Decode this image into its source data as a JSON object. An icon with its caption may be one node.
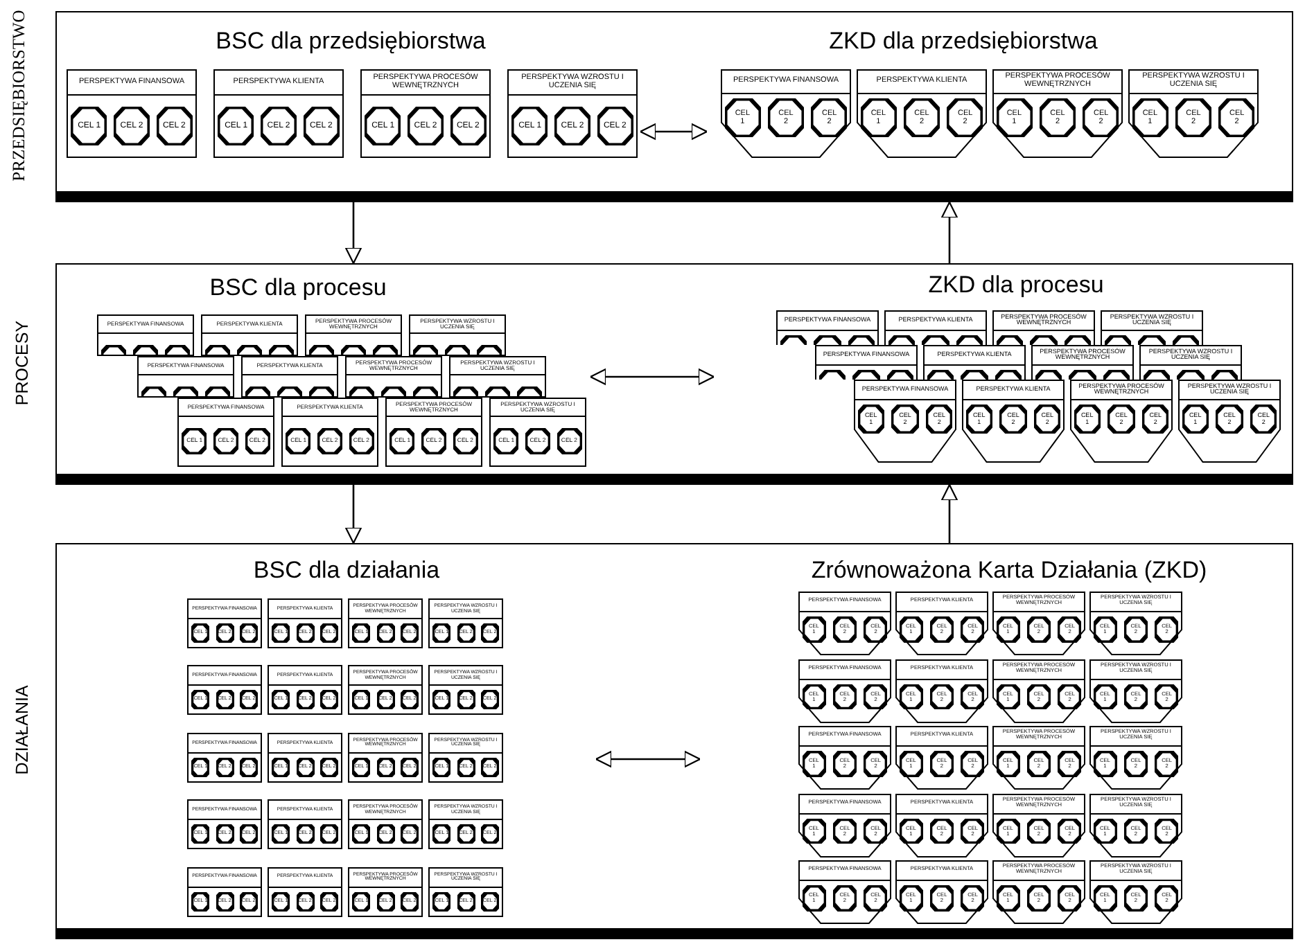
{
  "diagram": {
    "nodes": [
      {
        "text": [],
        "shape": "box",
        "beside": [
          "PRZEDSIĘBIORSTWO"
        ]
      },
      {
        "text": [],
        "shape": "box",
        "beside": [
          "PROCESY"
        ]
      },
      {
        "text": [],
        "shape": "box",
        "beside": [
          "DZIAŁANIA"
        ]
      },
      {
        "text": [
          "BSC dla przedsiębiorstwa"
        ],
        "in": 0
      },
      {
        "text": [
          "PERSPEKTYWA FINANSOWA",
          "CEL 1",
          "CEL 2",
          "CEL 2"
        ],
        "in": 3
      },
      {
        "text": [
          "PERSPEKTYWA KLIENTA",
          "CEL 1",
          "CEL 2",
          "CEL 2"
        ],
        "in": 3
      },
      {
        "text": [
          "PERSPEKTYWA PROCESÓW WEWNĘTRZNYCH",
          "CEL 1",
          "CEL 2",
          "CEL 2"
        ],
        "in": 3
      },
      {
        "text": [
          "PERSPEKTYWA WZROSTU I UCZENIA SIĘ",
          "CEL 1",
          "CEL 2",
          "CEL 2"
        ],
        "in": 3
      },
      {
        "text": [
          "ZKD dla przedsiębiorstwa"
        ],
        "in": 0
      },
      {
        "text": [
          "PERSPEKTYWA FINANSOWA",
          "CEL 1",
          "CEL 2",
          "CEL 2"
        ],
        "in": 8
      },
      {
        "text": [
          "PERSPEKTYWA KLIENTA",
          "CEL 1",
          "CEL 2",
          "CEL 2"
        ],
        "in": 8
      },
      {
        "text": [
          "PERSPEKTYWA PROCESÓW WEWNĘTRZNYCH",
          "CEL 1",
          "CEL 2",
          "CEL 2"
        ],
        "in": 8
      },
      {
        "text": [
          "PERSPEKTYWA WZROSTU I UCZENIA SIĘ",
          "CEL 1",
          "CEL 2",
          "CEL 2"
        ],
        "in": 8
      },
      {
        "text": [
          "BSC dla procesu"
        ],
        "in": 1
      },
      {
        "text": [
          "PERSPEKTYWA FINANSOWA"
        ],
        "in": 13
      },
      {
        "text": [
          "PERSPEKTYWA KLIENTA"
        ],
        "in": 13
      },
      {
        "text": [
          "PERSPEKTYWA PROCESÓW WEWNĘTRZNYCH"
        ],
        "in": 13
      },
      {
        "text": [
          "PERSPEKTYWA WZROSTU I UCZENIA SIĘ"
        ],
        "in": 13
      },
      {
        "text": [
          "PERSPEKTYWA FINANSOWA"
        ],
        "in": 13
      },
      {
        "text": [
          "PERSPEKTYWA KLIENTA"
        ],
        "in": 13
      },
      {
        "text": [
          "PERSPEKTYWA PROCESÓW WEWNĘTRZNYCH"
        ],
        "in": 13
      },
      {
        "text": [
          "PERSPEKTYWA WZROSTU I UCZENIA SIĘ"
        ],
        "in": 13
      },
      {
        "text": [
          "PERSPEKTYWA FINANSOWA",
          "CEL 1",
          "CEL 2",
          "CEL 2"
        ],
        "in": 13
      },
      {
        "text": [
          "PERSPEKTYWA KLIENTA",
          "CEL 1",
          "CEL 2",
          "CEL 2"
        ],
        "in": 13
      },
      {
        "text": [
          "PERSPEKTYWA PROCESÓW WEWNĘTRZNYCH",
          "CEL 1",
          "CEL 2",
          "CEL 2"
        ],
        "in": 13
      },
      {
        "text": [
          "PERSPEKTYWA WZROSTU I UCZENIA SIĘ",
          "CEL 1",
          "CEL 2",
          "CEL 2"
        ],
        "in": 13
      },
      {
        "text": [
          "ZKD dla procesu"
        ],
        "in": 1
      },
      {
        "text": [
          "PERSPEKTYWA FINANSOWA"
        ],
        "in": 26
      },
      {
        "text": [
          "PERSPEKTYWA KLIENTA"
        ],
        "in": 26
      },
      {
        "text": [
          "PERSPEKTYWA PROCESÓW WEWNĘTRZNYCH"
        ],
        "in": 26
      },
      {
        "text": [
          "PERSPEKTYWA WZROSTU I UCZENIA SIĘ"
        ],
        "in": 26
      },
      {
        "text": [
          "PERSPEKTYWA FINANSOWA"
        ],
        "in": 26
      },
      {
        "text": [
          "PERSPEKTYWA KLIENTA"
        ],
        "in": 26
      },
      {
        "text": [
          "PERSPEKTYWA PROCESÓW WEWNĘTRZNYCH"
        ],
        "in": 26
      },
      {
        "text": [
          "PERSPEKTYWA WZROSTU I UCZENIA SIĘ"
        ],
        "in": 26
      },
      {
        "text": [
          "PERSPEKTYWA FINANSOWA",
          "CEL 1",
          "CEL 2",
          "CEL 2"
        ],
        "in": 26
      },
      {
        "text": [
          "PERSPEKTYWA KLIENTA",
          "CEL 1",
          "CEL 2",
          "CEL 2"
        ],
        "in": 26
      },
      {
        "text": [
          "PERSPEKTYWA PROCESÓW WEWNĘTRZNYCH",
          "CEL 1",
          "CEL 2",
          "CEL 2"
        ],
        "in": 26
      },
      {
        "text": [
          "PERSPEKTYWA WZROSTU I UCZENIA SIĘ",
          "CEL 1",
          "CEL 2",
          "CEL 2"
        ],
        "in": 26
      },
      {
        "text": [
          "BSC dla działania"
        ],
        "in": 2
      },
      {
        "text": [
          "PERSPEKTYWA FINANSOWA",
          "CEL 1",
          "CEL 2",
          "CEL 2"
        ],
        "in": 39
      },
      {
        "text": [
          "PERSPEKTYWA KLIENTA",
          "CEL 1",
          "CEL 2",
          "CEL 2"
        ],
        "in": 39
      },
      {
        "text": [
          "PERSPEKTYWA PROCESÓW WEWNĘTRZNYCH",
          "CEL 1",
          "CEL 2",
          "CEL 2"
        ],
        "in": 39
      },
      {
        "text": [
          "PERSPEKTYWA WZROSTU I UCZENIA SIĘ",
          "CEL 1",
          "CEL 2",
          "CEL 2"
        ],
        "in": 39
      },
      {
        "text": [
          "PERSPEKTYWA FINANSOWA",
          "CEL 1",
          "CEL 2",
          "CEL 2"
        ],
        "in": 39
      },
      {
        "text": [
          "PERSPEKTYWA KLIENTA",
          "CEL 1",
          "CEL 2",
          "CEL 2"
        ],
        "in": 39
      },
      {
        "text": [
          "PERSPEKTYWA PROCESÓW WEWNĘTRZNYCH",
          "CEL 1",
          "CEL 2",
          "CEL 2"
        ],
        "in": 39
      },
      {
        "text": [
          "PERSPEKTYWA WZROSTU I UCZENIA SIĘ",
          "CEL 1",
          "CEL 2",
          "CEL 2"
        ],
        "in": 39
      },
      {
        "text": [
          "PERSPEKTYWA FINANSOWA",
          "CEL 1",
          "CEL 2",
          "CEL 2"
        ],
        "in": 39
      },
      {
        "text": [
          "PERSPEKTYWA KLIENTA",
          "CEL 1",
          "CEL 2",
          "CEL 2"
        ],
        "in": 39
      },
      {
        "text": [
          "PERSPEKTYWA PROCESÓW WEWNĘTRZNYCH",
          "CEL 1",
          "CEL 2",
          "CEL 2"
        ],
        "in": 39
      },
      {
        "text": [
          "PERSPEKTYWA WZROSTU I UCZENIA SIĘ",
          "CEL 1",
          "CEL 2",
          "CEL 2"
        ],
        "in": 39
      },
      {
        "text": [
          "PERSPEKTYWA FINANSOWA",
          "CEL 1",
          "CEL 2",
          "CEL 2"
        ],
        "in": 39
      },
      {
        "text": [
          "PERSPEKTYWA KLIENTA",
          "CEL 1",
          "CEL 2",
          "CEL 2"
        ],
        "in": 39
      },
      {
        "text": [
          "PERSPEKTYWA PROCESÓW WEWNĘTRZNYCH",
          "CEL 1",
          "CEL 2",
          "CEL 2"
        ],
        "in": 39
      },
      {
        "text": [
          "PERSPEKTYWA WZROSTU I UCZENIA SIĘ",
          "CEL 1",
          "CEL 2",
          "CEL 2"
        ],
        "in": 39
      },
      {
        "text": [
          "PERSPEKTYWA FINANSOWA",
          "CEL 1",
          "CEL 2",
          "CEL 2"
        ],
        "in": 39
      },
      {
        "text": [
          "PERSPEKTYWA KLIENTA",
          "CEL 1",
          "CEL 2",
          "CEL 2"
        ],
        "in": 39
      },
      {
        "text": [
          "PERSPEKTYWA PROCESÓW WEWNĘTRZNYCH",
          "CEL 1",
          "CEL 2",
          "CEL 2"
        ],
        "in": 39
      },
      {
        "text": [
          "PERSPEKTYWA WZROSTU I UCZENIA SIĘ",
          "CEL 1",
          "CEL 2",
          "CEL 2"
        ],
        "in": 39
      },
      {
        "text": [
          "Zrównoważona Karta Działania (ZKD)"
        ],
        "in": 2
      },
      {
        "text": [
          "PERSPEKTYWA FINANSOWA",
          "CEL 1",
          "CEL 2",
          "CEL 2"
        ],
        "in": 60
      },
      {
        "text": [
          "PERSPEKTYWA KLIENTA",
          "CEL 1",
          "CEL 2",
          "CEL 2"
        ],
        "in": 60
      },
      {
        "text": [
          "PERSPEKTYWA PROCESÓW WEWNĘTRZNYCH",
          "CEL 1",
          "CEL 2",
          "CEL 2"
        ],
        "in": 60
      },
      {
        "text": [
          "PERSPEKTYWA WZROSTU I UCZENIA SIĘ",
          "CEL 1",
          "CEL 2",
          "CEL 2"
        ],
        "in": 60
      },
      {
        "text": [
          "PERSPEKTYWA FINANSOWA",
          "CEL 1",
          "CEL 2",
          "CEL 2"
        ],
        "in": 60
      },
      {
        "text": [
          "PERSPEKTYWA KLIENTA",
          "CEL 1",
          "CEL 2",
          "CEL 2"
        ],
        "in": 60
      },
      {
        "text": [
          "PERSPEKTYWA PROCESÓW WEWNĘTRZNYCH",
          "CEL 1",
          "CEL 2",
          "CEL 2"
        ],
        "in": 60
      },
      {
        "text": [
          "PERSPEKTYWA WZROSTU I UCZENIA SIĘ",
          "CEL 1",
          "CEL 2",
          "CEL 2"
        ],
        "in": 60
      },
      {
        "text": [
          "PERSPEKTYWA FINANSOWA",
          "CEL 1",
          "CEL 2",
          "CEL 2"
        ],
        "in": 60
      },
      {
        "text": [
          "PERSPEKTYWA KLIENTA",
          "CEL 1",
          "CEL 2",
          "CEL 2"
        ],
        "in": 60
      },
      {
        "text": [
          "PERSPEKTYWA PROCESÓW WEWNĘTRZNYCH",
          "CEL 1",
          "CEL 2",
          "CEL 2"
        ],
        "in": 60
      },
      {
        "text": [
          "PERSPEKTYWA WZROSTU I UCZENIA SIĘ",
          "CEL 1",
          "CEL 2",
          "CEL 2"
        ],
        "in": 60
      },
      {
        "text": [
          "PERSPEKTYWA FINANSOWA",
          "CEL 1",
          "CEL 2",
          "CEL 2"
        ],
        "in": 60
      },
      {
        "text": [
          "PERSPEKTYWA KLIENTA",
          "CEL 1",
          "CEL 2",
          "CEL 2"
        ],
        "in": 60
      },
      {
        "text": [
          "PERSPEKTYWA PROCESÓW WEWNĘTRZNYCH",
          "CEL 1",
          "CEL 2",
          "CEL 2"
        ],
        "in": 60
      },
      {
        "text": [
          "PERSPEKTYWA WZROSTU I UCZENIA SIĘ",
          "CEL 1",
          "CEL 2",
          "CEL 2"
        ],
        "in": 60
      },
      {
        "text": [
          "PERSPEKTYWA FINANSOWA",
          "CEL 1",
          "CEL 2",
          "CEL 2"
        ],
        "in": 60
      },
      {
        "text": [
          "PERSPEKTYWA KLIENTA",
          "CEL 1",
          "CEL 2",
          "CEL 2"
        ],
        "in": 60
      },
      {
        "text": [
          "PERSPEKTYWA PROCESÓW WEWNĘTRZNYCH",
          "CEL 1",
          "CEL 2",
          "CEL 2"
        ],
        "in": 60
      },
      {
        "text": [
          "PERSPEKTYWA WZROSTU I UCZENIA SIĘ",
          "CEL 1",
          "CEL 2",
          "CEL 2"
        ],
        "in": 60
      }
    ],
    "edges": [
      {
        "from": 3,
        "to": 8,
        "arrow": "both"
      },
      {
        "from": 0,
        "to": 1,
        "arrow": "to"
      },
      {
        "from": 1,
        "to": 0,
        "arrow": "to"
      },
      {
        "from": 13,
        "to": 26,
        "arrow": "both"
      },
      {
        "from": 1,
        "to": 2,
        "arrow": "to"
      },
      {
        "from": 2,
        "to": 1,
        "arrow": "to"
      },
      {
        "from": 39,
        "to": 60,
        "arrow": "both"
      }
    ]
  }
}
